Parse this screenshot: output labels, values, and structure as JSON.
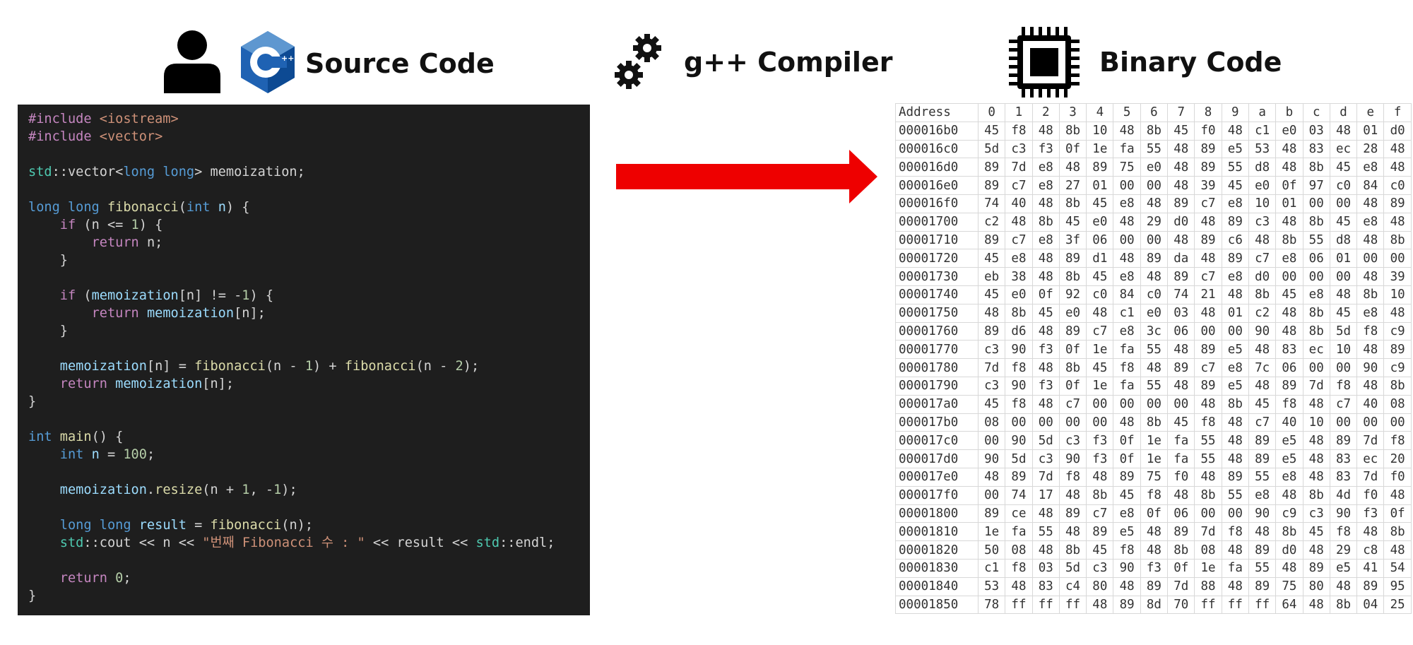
{
  "labels": {
    "source": "Source Code",
    "compiler": "g++ Compiler",
    "binary": "Binary Code"
  },
  "icons": {
    "user": "person-icon",
    "cpp_logo": "cpp-logo-icon",
    "compiler": "gears-icon",
    "binary": "cpu-chip-icon",
    "arrow": "right-arrow"
  },
  "colors": {
    "arrow": "#ee0000",
    "code_bg": "#1e1e1e",
    "cpp_logo": "#1f62b3"
  },
  "code": [
    [
      [
        "pre",
        "#include "
      ],
      [
        "str",
        "<iostream>"
      ]
    ],
    [
      [
        "pre",
        "#include "
      ],
      [
        "str",
        "<vector>"
      ]
    ],
    [],
    [
      [
        "ns",
        "std"
      ],
      [
        "op",
        "::vector<"
      ],
      [
        "kw",
        "long long"
      ],
      [
        "op",
        "> memoization;"
      ]
    ],
    [],
    [
      [
        "kw",
        "long long "
      ],
      [
        "fn",
        "fibonacci"
      ],
      [
        "op",
        "("
      ],
      [
        "kw",
        "int "
      ],
      [
        "var",
        "n"
      ],
      [
        "op",
        ") {"
      ]
    ],
    [
      [
        "op",
        "    "
      ],
      [
        "ctl",
        "if "
      ],
      [
        "op",
        "(n <= "
      ],
      [
        "num",
        "1"
      ],
      [
        "op",
        ") {"
      ]
    ],
    [
      [
        "op",
        "        "
      ],
      [
        "ctl",
        "return "
      ],
      [
        "op",
        "n;"
      ]
    ],
    [
      [
        "op",
        "    }"
      ]
    ],
    [],
    [
      [
        "op",
        "    "
      ],
      [
        "ctl",
        "if "
      ],
      [
        "op",
        "("
      ],
      [
        "var",
        "memoization"
      ],
      [
        "op",
        "[n] != -"
      ],
      [
        "num",
        "1"
      ],
      [
        "op",
        ") {"
      ]
    ],
    [
      [
        "op",
        "        "
      ],
      [
        "ctl",
        "return "
      ],
      [
        "var",
        "memoization"
      ],
      [
        "op",
        "[n];"
      ]
    ],
    [
      [
        "op",
        "    }"
      ]
    ],
    [],
    [
      [
        "op",
        "    "
      ],
      [
        "var",
        "memoization"
      ],
      [
        "op",
        "[n] = "
      ],
      [
        "fn",
        "fibonacci"
      ],
      [
        "op",
        "(n - "
      ],
      [
        "num",
        "1"
      ],
      [
        "op",
        ") + "
      ],
      [
        "fn",
        "fibonacci"
      ],
      [
        "op",
        "(n - "
      ],
      [
        "num",
        "2"
      ],
      [
        "op",
        ");"
      ]
    ],
    [
      [
        "op",
        "    "
      ],
      [
        "ctl",
        "return "
      ],
      [
        "var",
        "memoization"
      ],
      [
        "op",
        "[n];"
      ]
    ],
    [
      [
        "op",
        "}"
      ]
    ],
    [],
    [
      [
        "kw",
        "int "
      ],
      [
        "fn",
        "main"
      ],
      [
        "op",
        "() {"
      ]
    ],
    [
      [
        "op",
        "    "
      ],
      [
        "kw",
        "int "
      ],
      [
        "var",
        "n"
      ],
      [
        "op",
        " = "
      ],
      [
        "num",
        "100"
      ],
      [
        "op",
        ";"
      ]
    ],
    [],
    [
      [
        "op",
        "    "
      ],
      [
        "var",
        "memoization"
      ],
      [
        "op",
        "."
      ],
      [
        "fn",
        "resize"
      ],
      [
        "op",
        "(n + "
      ],
      [
        "num",
        "1"
      ],
      [
        "op",
        ", -"
      ],
      [
        "num",
        "1"
      ],
      [
        "op",
        ");"
      ]
    ],
    [],
    [
      [
        "op",
        "    "
      ],
      [
        "kw",
        "long long "
      ],
      [
        "var",
        "result"
      ],
      [
        "op",
        " = "
      ],
      [
        "fn",
        "fibonacci"
      ],
      [
        "op",
        "(n);"
      ]
    ],
    [
      [
        "op",
        "    "
      ],
      [
        "ns",
        "std"
      ],
      [
        "op",
        "::cout << n << "
      ],
      [
        "str",
        "\"번째 Fibonacci 수 : \""
      ],
      [
        "op",
        " << result << "
      ],
      [
        "ns",
        "std"
      ],
      [
        "op",
        "::endl;"
      ]
    ],
    [],
    [
      [
        "op",
        "    "
      ],
      [
        "ctl",
        "return "
      ],
      [
        "num",
        "0"
      ],
      [
        "op",
        ";"
      ]
    ],
    [
      [
        "op",
        "}"
      ]
    ]
  ],
  "hex": {
    "header": [
      "Address",
      "0",
      "1",
      "2",
      "3",
      "4",
      "5",
      "6",
      "7",
      "8",
      "9",
      "a",
      "b",
      "c",
      "d",
      "e",
      "f"
    ],
    "rows": [
      [
        "000016b0",
        "45",
        "f8",
        "48",
        "8b",
        "10",
        "48",
        "8b",
        "45",
        "f0",
        "48",
        "c1",
        "e0",
        "03",
        "48",
        "01",
        "d0"
      ],
      [
        "000016c0",
        "5d",
        "c3",
        "f3",
        "0f",
        "1e",
        "fa",
        "55",
        "48",
        "89",
        "e5",
        "53",
        "48",
        "83",
        "ec",
        "28",
        "48"
      ],
      [
        "000016d0",
        "89",
        "7d",
        "e8",
        "48",
        "89",
        "75",
        "e0",
        "48",
        "89",
        "55",
        "d8",
        "48",
        "8b",
        "45",
        "e8",
        "48"
      ],
      [
        "000016e0",
        "89",
        "c7",
        "e8",
        "27",
        "01",
        "00",
        "00",
        "48",
        "39",
        "45",
        "e0",
        "0f",
        "97",
        "c0",
        "84",
        "c0"
      ],
      [
        "000016f0",
        "74",
        "40",
        "48",
        "8b",
        "45",
        "e8",
        "48",
        "89",
        "c7",
        "e8",
        "10",
        "01",
        "00",
        "00",
        "48",
        "89"
      ],
      [
        "00001700",
        "c2",
        "48",
        "8b",
        "45",
        "e0",
        "48",
        "29",
        "d0",
        "48",
        "89",
        "c3",
        "48",
        "8b",
        "45",
        "e8",
        "48"
      ],
      [
        "00001710",
        "89",
        "c7",
        "e8",
        "3f",
        "06",
        "00",
        "00",
        "48",
        "89",
        "c6",
        "48",
        "8b",
        "55",
        "d8",
        "48",
        "8b"
      ],
      [
        "00001720",
        "45",
        "e8",
        "48",
        "89",
        "d1",
        "48",
        "89",
        "da",
        "48",
        "89",
        "c7",
        "e8",
        "06",
        "01",
        "00",
        "00"
      ],
      [
        "00001730",
        "eb",
        "38",
        "48",
        "8b",
        "45",
        "e8",
        "48",
        "89",
        "c7",
        "e8",
        "d0",
        "00",
        "00",
        "00",
        "48",
        "39"
      ],
      [
        "00001740",
        "45",
        "e0",
        "0f",
        "92",
        "c0",
        "84",
        "c0",
        "74",
        "21",
        "48",
        "8b",
        "45",
        "e8",
        "48",
        "8b",
        "10"
      ],
      [
        "00001750",
        "48",
        "8b",
        "45",
        "e0",
        "48",
        "c1",
        "e0",
        "03",
        "48",
        "01",
        "c2",
        "48",
        "8b",
        "45",
        "e8",
        "48"
      ],
      [
        "00001760",
        "89",
        "d6",
        "48",
        "89",
        "c7",
        "e8",
        "3c",
        "06",
        "00",
        "00",
        "90",
        "48",
        "8b",
        "5d",
        "f8",
        "c9"
      ],
      [
        "00001770",
        "c3",
        "90",
        "f3",
        "0f",
        "1e",
        "fa",
        "55",
        "48",
        "89",
        "e5",
        "48",
        "83",
        "ec",
        "10",
        "48",
        "89"
      ],
      [
        "00001780",
        "7d",
        "f8",
        "48",
        "8b",
        "45",
        "f8",
        "48",
        "89",
        "c7",
        "e8",
        "7c",
        "06",
        "00",
        "00",
        "90",
        "c9"
      ],
      [
        "00001790",
        "c3",
        "90",
        "f3",
        "0f",
        "1e",
        "fa",
        "55",
        "48",
        "89",
        "e5",
        "48",
        "89",
        "7d",
        "f8",
        "48",
        "8b"
      ],
      [
        "000017a0",
        "45",
        "f8",
        "48",
        "c7",
        "00",
        "00",
        "00",
        "00",
        "48",
        "8b",
        "45",
        "f8",
        "48",
        "c7",
        "40",
        "08"
      ],
      [
        "000017b0",
        "08",
        "00",
        "00",
        "00",
        "00",
        "48",
        "8b",
        "45",
        "f8",
        "48",
        "c7",
        "40",
        "10",
        "00",
        "00",
        "00"
      ],
      [
        "000017c0",
        "00",
        "90",
        "5d",
        "c3",
        "f3",
        "0f",
        "1e",
        "fa",
        "55",
        "48",
        "89",
        "e5",
        "48",
        "89",
        "7d",
        "f8"
      ],
      [
        "000017d0",
        "90",
        "5d",
        "c3",
        "90",
        "f3",
        "0f",
        "1e",
        "fa",
        "55",
        "48",
        "89",
        "e5",
        "48",
        "83",
        "ec",
        "20"
      ],
      [
        "000017e0",
        "48",
        "89",
        "7d",
        "f8",
        "48",
        "89",
        "75",
        "f0",
        "48",
        "89",
        "55",
        "e8",
        "48",
        "83",
        "7d",
        "f0"
      ],
      [
        "000017f0",
        "00",
        "74",
        "17",
        "48",
        "8b",
        "45",
        "f8",
        "48",
        "8b",
        "55",
        "e8",
        "48",
        "8b",
        "4d",
        "f0",
        "48"
      ],
      [
        "00001800",
        "89",
        "ce",
        "48",
        "89",
        "c7",
        "e8",
        "0f",
        "06",
        "00",
        "00",
        "90",
        "c9",
        "c3",
        "90",
        "f3",
        "0f"
      ],
      [
        "00001810",
        "1e",
        "fa",
        "55",
        "48",
        "89",
        "e5",
        "48",
        "89",
        "7d",
        "f8",
        "48",
        "8b",
        "45",
        "f8",
        "48",
        "8b"
      ],
      [
        "00001820",
        "50",
        "08",
        "48",
        "8b",
        "45",
        "f8",
        "48",
        "8b",
        "08",
        "48",
        "89",
        "d0",
        "48",
        "29",
        "c8",
        "48"
      ],
      [
        "00001830",
        "c1",
        "f8",
        "03",
        "5d",
        "c3",
        "90",
        "f3",
        "0f",
        "1e",
        "fa",
        "55",
        "48",
        "89",
        "e5",
        "41",
        "54"
      ],
      [
        "00001840",
        "53",
        "48",
        "83",
        "c4",
        "80",
        "48",
        "89",
        "7d",
        "88",
        "48",
        "89",
        "75",
        "80",
        "48",
        "89",
        "95"
      ],
      [
        "00001850",
        "78",
        "ff",
        "ff",
        "ff",
        "48",
        "89",
        "8d",
        "70",
        "ff",
        "ff",
        "ff",
        "64",
        "48",
        "8b",
        "04",
        "25"
      ]
    ]
  }
}
